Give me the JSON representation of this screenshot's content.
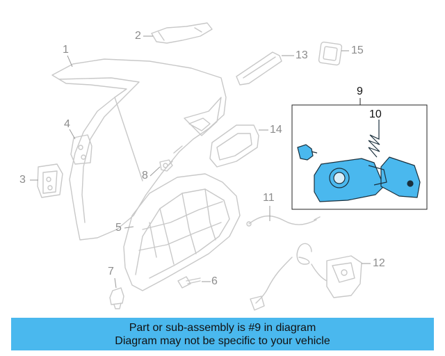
{
  "callouts": {
    "c1": "1",
    "c2": "2",
    "c3": "3",
    "c4": "4",
    "c5": "5",
    "c6": "6",
    "c7": "7",
    "c8": "8",
    "c9": "9",
    "c10": "10",
    "c11": "11",
    "c12": "12",
    "c13": "13",
    "c14": "14",
    "c15": "15"
  },
  "caption": {
    "line1": "Part or sub-assembly is #9 in diagram",
    "line2": "Diagram may not be specific to your vehicle"
  },
  "colors": {
    "highlight": "#4ab8ee",
    "part_outline": "#c8c8c8",
    "callout_text": "#8c8c8c"
  }
}
